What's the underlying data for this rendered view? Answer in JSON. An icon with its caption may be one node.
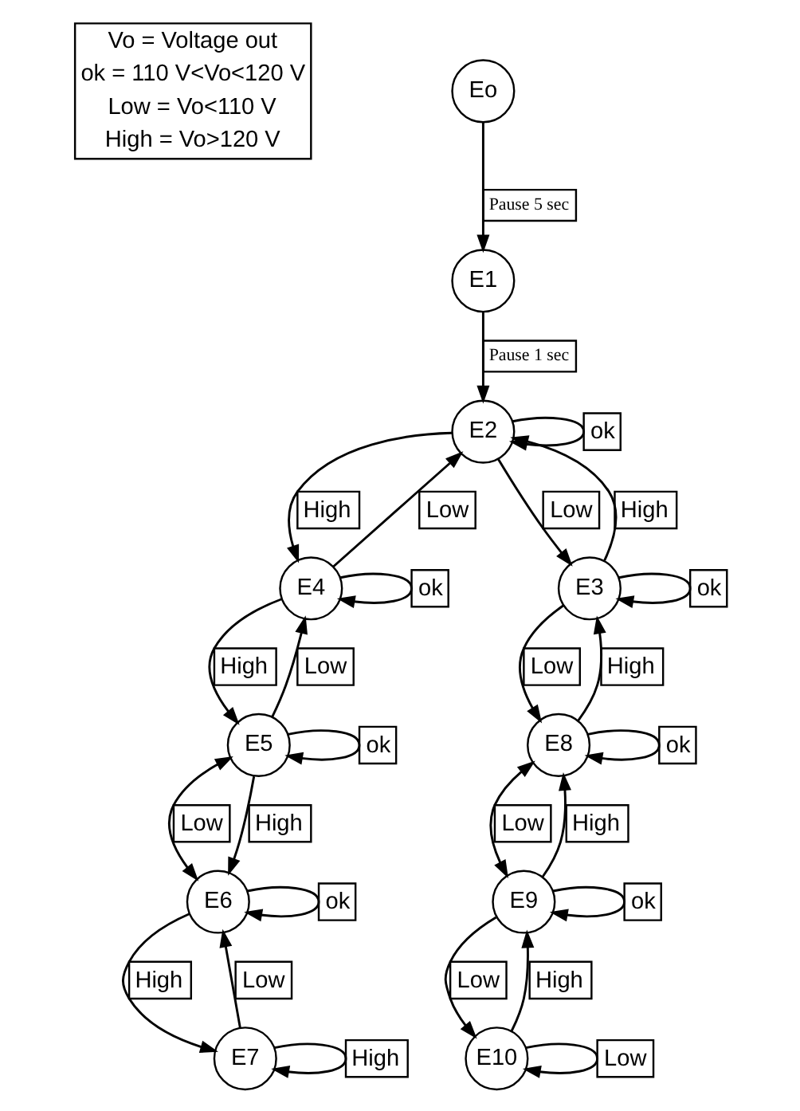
{
  "diagram": {
    "nodes": [
      {
        "text": [
          "Eo"
        ]
      },
      {
        "text": [
          "E1"
        ]
      },
      {
        "text": [
          "E2"
        ]
      },
      {
        "text": [
          "E4"
        ]
      },
      {
        "text": [
          "E3"
        ]
      },
      {
        "text": [
          "E5"
        ]
      },
      {
        "text": [
          "E8"
        ]
      },
      {
        "text": [
          "E6"
        ]
      },
      {
        "text": [
          "E9"
        ]
      },
      {
        "text": [
          "E7"
        ]
      },
      {
        "text": [
          "E10"
        ]
      }
    ],
    "edges": [
      {
        "from": 0,
        "to": 1,
        "arrow": "to",
        "label": "Pause 5 sec"
      },
      {
        "from": 1,
        "to": 2,
        "arrow": "to",
        "label": "Pause 1 sec"
      },
      {
        "from": 2,
        "to": 2,
        "arrow": "to",
        "label": "ok"
      },
      {
        "from": 3,
        "to": 2,
        "arrow": "to",
        "label": "Low"
      },
      {
        "from": 2,
        "to": 4,
        "arrow": "to",
        "label": "Low"
      },
      {
        "from": 2,
        "to": 3,
        "arrow": "to",
        "label": "High"
      },
      {
        "from": 4,
        "to": 2,
        "arrow": "to",
        "label": "High"
      },
      {
        "from": 3,
        "to": 3,
        "arrow": "to",
        "label": "ok"
      },
      {
        "from": 4,
        "to": 4,
        "arrow": "to",
        "label": "ok"
      },
      {
        "from": 3,
        "to": 5,
        "arrow": "to",
        "label": "High"
      },
      {
        "from": 5,
        "to": 3,
        "arrow": "to",
        "label": "Low"
      },
      {
        "from": 5,
        "to": 5,
        "arrow": "to",
        "label": "ok"
      },
      {
        "from": 6,
        "to": 4,
        "arrow": "to",
        "label": "High"
      },
      {
        "from": 4,
        "to": 6,
        "arrow": "to",
        "label": "Low"
      },
      {
        "from": 6,
        "to": 6,
        "arrow": "to",
        "label": "ok"
      },
      {
        "from": 5,
        "to": 7,
        "arrow": "both",
        "label": "Low"
      },
      {
        "from": 7,
        "to": 7,
        "arrow": "to",
        "label": "ok"
      },
      {
        "from": 5,
        "to": 7,
        "arrow": "to",
        "label": "High"
      },
      {
        "from": 6,
        "to": 8,
        "arrow": "both",
        "label": "Low"
      },
      {
        "from": 8,
        "to": 8,
        "arrow": "to",
        "label": "ok"
      },
      {
        "from": 8,
        "to": 6,
        "arrow": "to",
        "label": "High"
      },
      {
        "from": 7,
        "to": 9,
        "arrow": "to",
        "label": "High"
      },
      {
        "from": 9,
        "to": 7,
        "arrow": "to",
        "label": "Low"
      },
      {
        "from": 9,
        "to": 9,
        "arrow": "to",
        "label": "High"
      },
      {
        "from": 10,
        "to": 8,
        "arrow": "to",
        "label": "High"
      },
      {
        "from": 8,
        "to": 10,
        "arrow": "to",
        "label": "Low"
      },
      {
        "from": 10,
        "to": 10,
        "arrow": "to",
        "label": "Low"
      }
    ],
    "labels": [
      "Vo = Voltage out",
      "ok = 110 V<Vo<120 V",
      "Low = Vo<110 V",
      "High = Vo>120 V"
    ]
  }
}
